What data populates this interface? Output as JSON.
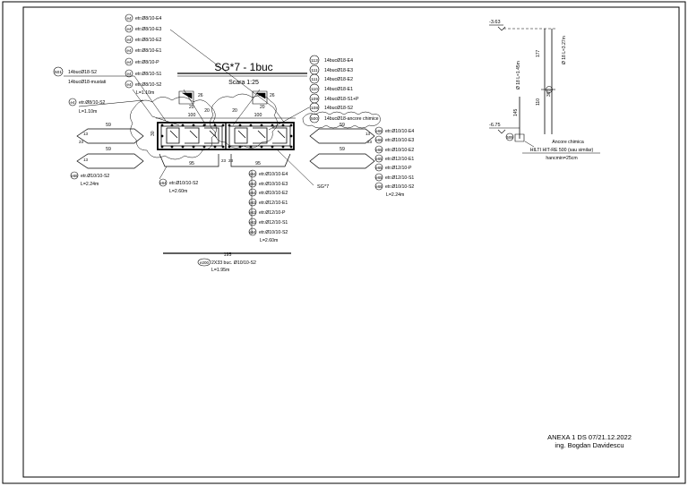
{
  "drawing": {
    "title": "SG*7 - 1buc",
    "scale": "Scara 1:25",
    "section_label": "SG*7",
    "annex": "ANEXA 1 DS 07/21.12.2022",
    "engineer": "ing. Bogdan Davidescu"
  },
  "top_stirrup_list": [
    {
      "mark": "e4",
      "text": "etr.Ø8/10-E4"
    },
    {
      "mark": "e4",
      "text": "etr.Ø8/10-E3"
    },
    {
      "mark": "e4",
      "text": "etr.Ø8/10-E2"
    },
    {
      "mark": "e4",
      "text": "etr.Ø8/10-E1"
    },
    {
      "mark": "e4",
      "text": "etr.Ø8/10-P"
    },
    {
      "mark": "e4",
      "text": "etr.Ø8/10-S1"
    },
    {
      "mark": "e4",
      "text": "etr.Ø8/10-S2"
    }
  ],
  "top_stirrup_length": "L=1.10m",
  "left_callouts": {
    "mark_501": "501",
    "line1": "14bucØ18-S2",
    "line2": "14bucØ18-mustati",
    "e4_mark": "e4",
    "e4_text": "etr.Ø8/10-S2",
    "e4_len": "L=1.10m",
    "e66_mark": "e66",
    "e66_text": "etr.Ø10/10-S2",
    "e66_len": "L=2.24m",
    "dim_59_top": "59",
    "dim_59_bottom": "59",
    "dim_13a": "13",
    "dim_13b": "13",
    "dim_23": "23"
  },
  "bars_right": [
    {
      "mark": "113",
      "text": "14bucØ18-E4"
    },
    {
      "mark": "111",
      "text": "14bucØ18-E3"
    },
    {
      "mark": "111",
      "text": "14bucØ18-E2"
    },
    {
      "mark": "110",
      "text": "14bucØ18-E1"
    },
    {
      "mark": "109",
      "text": "14bucØ18-S1+P"
    },
    {
      "mark": "108",
      "text": "14bucØ18-S2"
    },
    {
      "mark": "500",
      "text": "14bucØ18-ancore chimice"
    }
  ],
  "right_stirrups": [
    {
      "mark": "e66",
      "text": "etr.Ø10/10-E4"
    },
    {
      "mark": "e66",
      "text": "etr.Ø10/10-E3"
    },
    {
      "mark": "e66",
      "text": "etr.Ø10/10-E2"
    },
    {
      "mark": "e65",
      "text": "etr.Ø12/10-E1"
    },
    {
      "mark": "e65",
      "text": "etr.Ø12/10-P"
    },
    {
      "mark": "e65",
      "text": "etr.Ø12/10-S1"
    },
    {
      "mark": "e66",
      "text": "etr.Ø10/10-S2"
    }
  ],
  "right_stirrup_length": "L=2.24m",
  "right_dims": {
    "d59_top": "59",
    "d59_bottom": "59",
    "d13": "13",
    "d23": "23"
  },
  "bottom_stirrups": [
    {
      "mark": "e64",
      "text": "etr.Ø10/10-E4"
    },
    {
      "mark": "e64",
      "text": "etr.Ø10/10-E3"
    },
    {
      "mark": "e64",
      "text": "etr.Ø10/10-E2"
    },
    {
      "mark": "e63",
      "text": "etr.Ø12/10-E1"
    },
    {
      "mark": "e63",
      "text": "etr.Ø12/10-P"
    },
    {
      "mark": "e63",
      "text": "etr.Ø12/10-S1"
    },
    {
      "mark": "e64",
      "text": "etr.Ø10/10-S2"
    }
  ],
  "bottom_stirrup_length": "L=2.60m",
  "left_bottom_stirrup": {
    "mark": "e64",
    "text": "etr.Ø10/10-S2",
    "len": "L=2.60m"
  },
  "section_dims": {
    "top_left": "100",
    "top_right": "100",
    "bottom_left": "95",
    "bottom_right": "95",
    "height": "30",
    "left_side": "23",
    "mid_side": "23",
    "hook_left_a": "20",
    "hook_left_b": "20",
    "hook_right_a": "20",
    "hook_right_b": "20",
    "hook_ha": "26",
    "hook_hb": "26"
  },
  "long_bar": {
    "length_dim": "195",
    "mark": "e200",
    "text": "2X33 buc. Ø10/10-S2",
    "len": "L=1.95m"
  },
  "anchor_detail": {
    "level_top": "-3.63",
    "level_bottom": "-6.75",
    "dim_177": "177",
    "dim_145": "145",
    "dim_110": "110",
    "dim_36": "36",
    "bar_top_label": "Ø 18 L=3.27m",
    "bar_bottom_label": "Ø 18 L=1.45m",
    "mark_1": "509",
    "mark_2": "510",
    "note1": "Ancore chimica",
    "note2": "HILTI HIT-RE 500 (sau similar)",
    "note3": "hancmin=25cm"
  }
}
